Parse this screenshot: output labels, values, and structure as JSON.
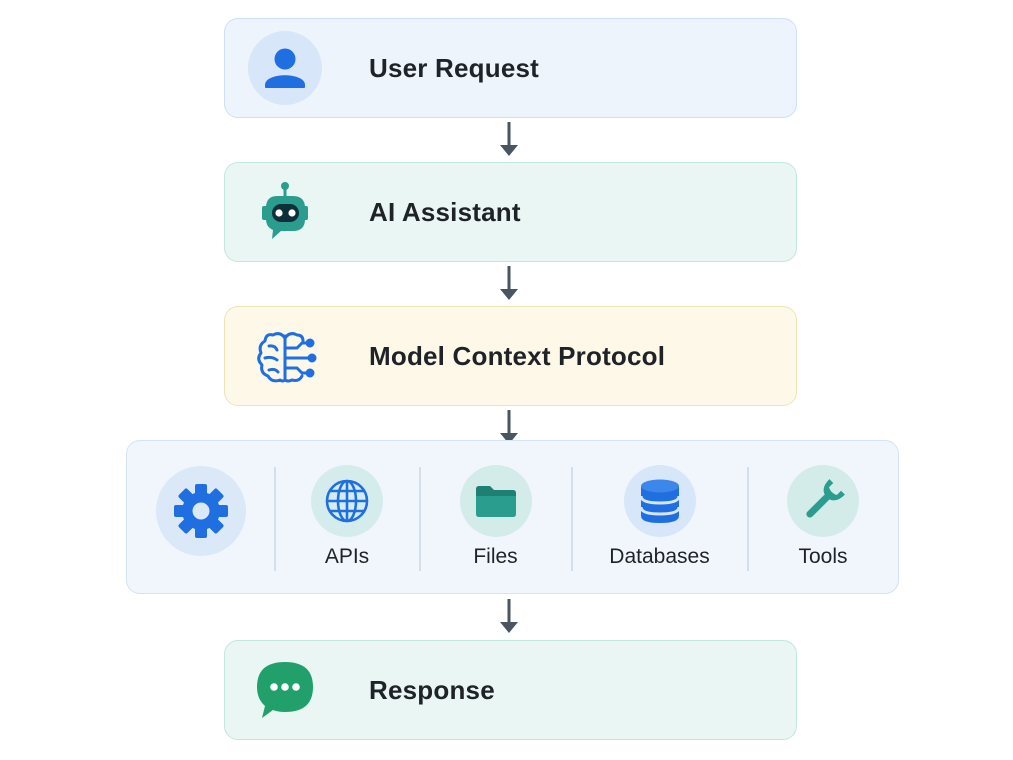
{
  "steps": {
    "user_request": {
      "label": "User Request",
      "icon": "user-icon"
    },
    "ai_assistant": {
      "label": "AI Assistant",
      "icon": "robot-icon"
    },
    "mcp": {
      "label": "Model Context Protocol",
      "icon": "brain-circuit-icon"
    },
    "response": {
      "label": "Response",
      "icon": "chat-bubble-icon"
    }
  },
  "services": {
    "hub_icon": "gear-icon",
    "items": [
      {
        "label": "APIs",
        "icon": "globe-icon"
      },
      {
        "label": "Files",
        "icon": "folder-icon"
      },
      {
        "label": "Databases",
        "icon": "database-icon"
      },
      {
        "label": "Tools",
        "icon": "wrench-icon"
      }
    ]
  },
  "colors": {
    "blue_accent": "#1f6fe0",
    "teal_accent": "#2a9d8f",
    "green_accent": "#22a06b",
    "arrow": "#4a5560",
    "user_box_bg": "#edf4fc",
    "assistant_box_bg": "#e9f6f3",
    "mcp_box_bg": "#fdf8e8",
    "response_box_bg": "#e9f6f3"
  }
}
